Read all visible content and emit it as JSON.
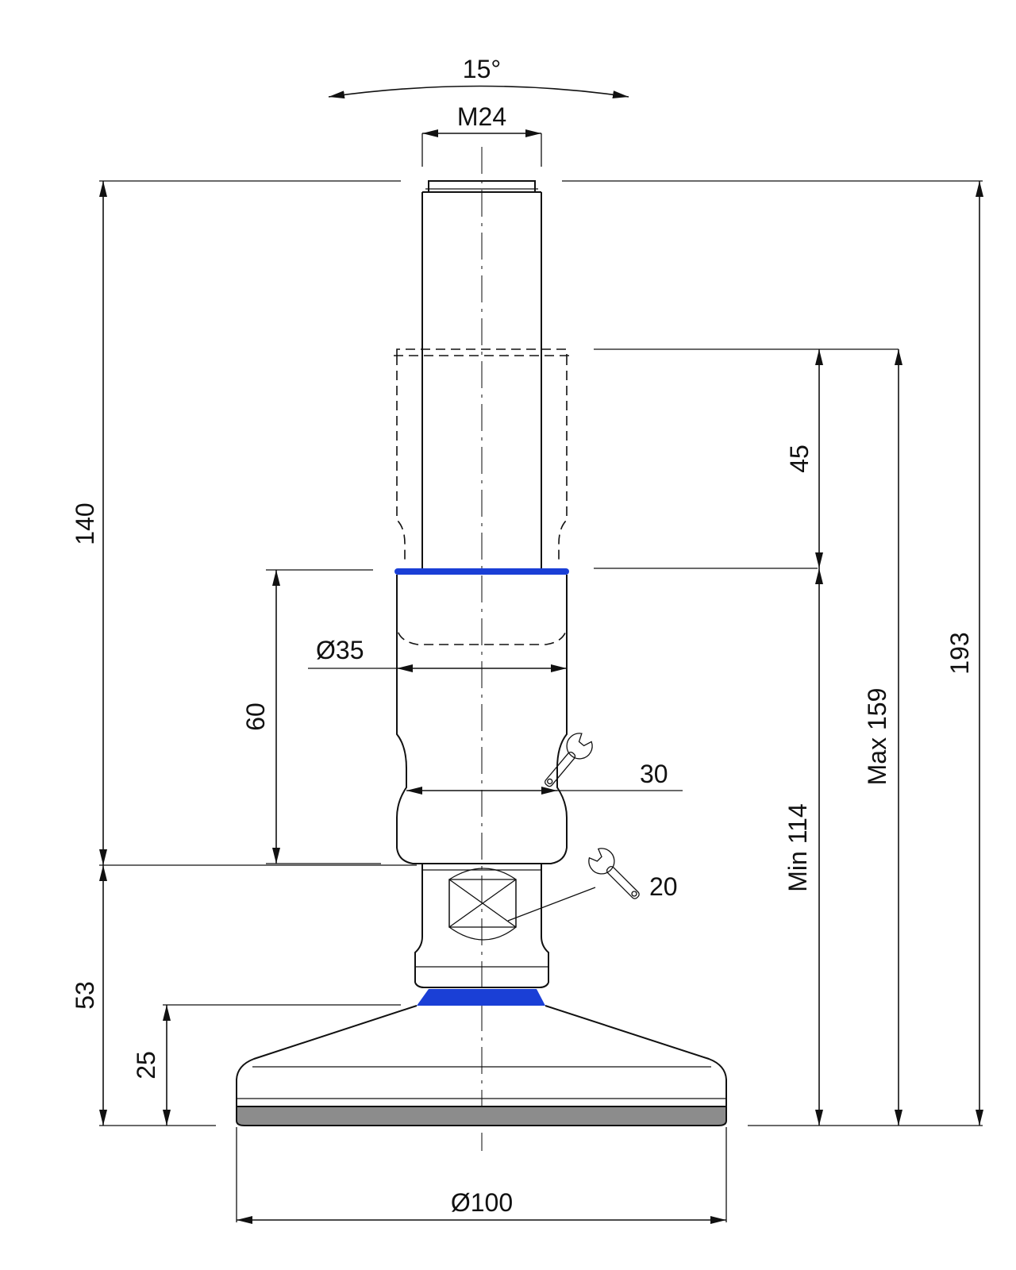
{
  "drawing": {
    "labels": {
      "angle": "15°",
      "thread": "M24",
      "total_height": "193",
      "upper_height": "140",
      "lower_height": "53",
      "base_height": "25",
      "stroke": "45",
      "body_length": "60",
      "body_diameter": "Ø35",
      "wrench_upper": "30",
      "wrench_lower": "20",
      "min_height": "Min 114",
      "max_height": "Max 159",
      "foot_diameter": "Ø100"
    },
    "colors": {
      "line": "#111111",
      "seal_blue": "#1a3fd6",
      "pad_gray": "#8c8c8c",
      "background": "#ffffff"
    },
    "icons": [
      "wrench-icon-30",
      "wrench-icon-20"
    ]
  }
}
